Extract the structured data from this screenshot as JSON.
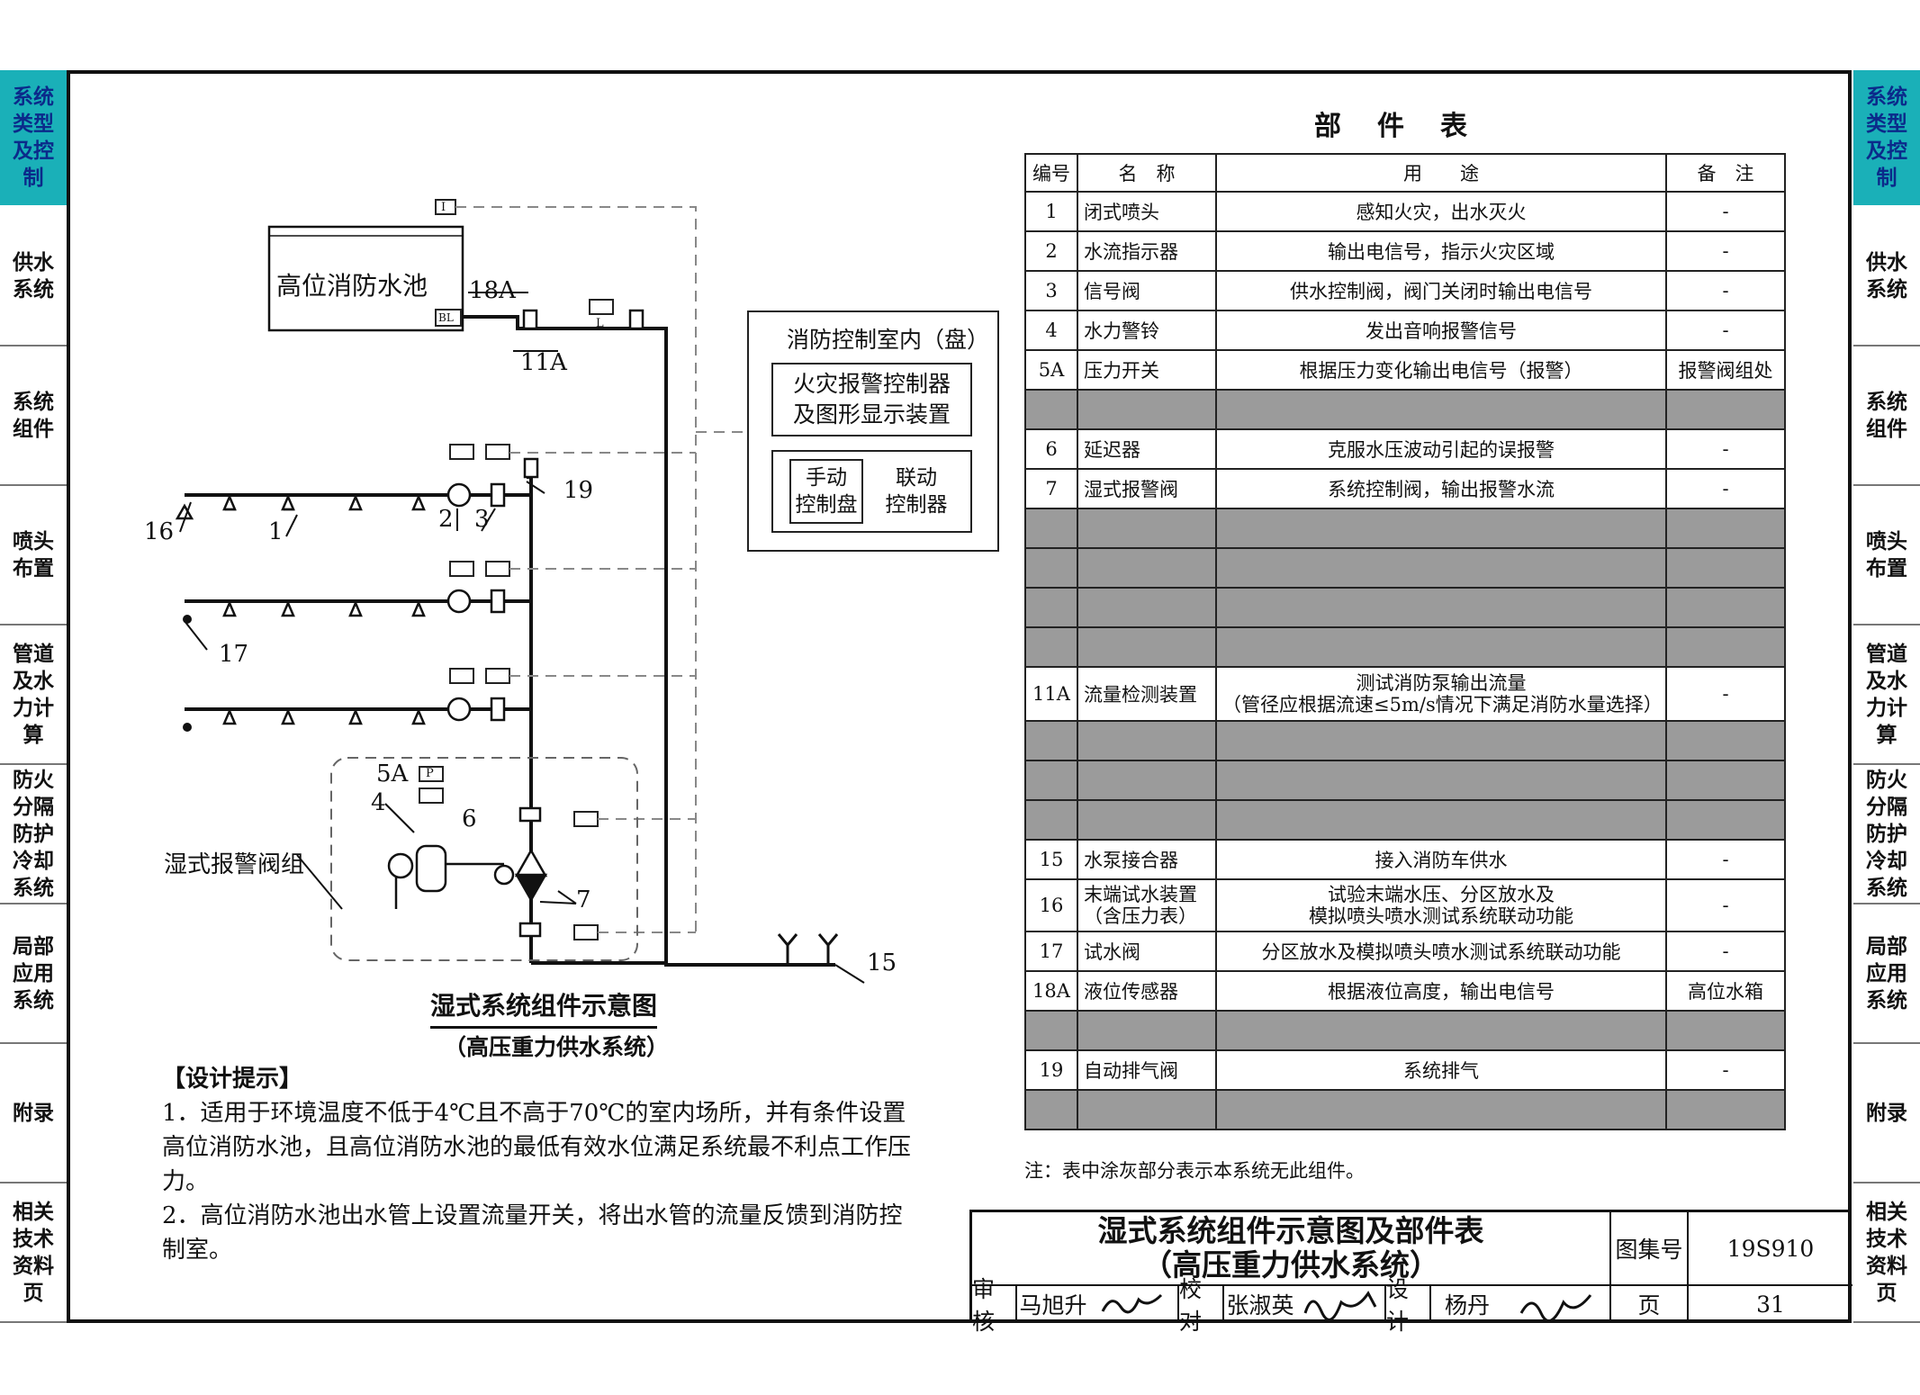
{
  "side_tabs": [
    {
      "label": "系统类型及控制",
      "active": true
    },
    {
      "label": "供水系统",
      "active": false
    },
    {
      "label": "系统组件",
      "active": false
    },
    {
      "label": "喷头布置",
      "active": false
    },
    {
      "label": "管道及水力计算",
      "active": false
    },
    {
      "label": "防火分隔防护冷却系统",
      "active": false
    },
    {
      "label": "局部应用系统",
      "active": false
    },
    {
      "label": "附录",
      "active": false
    },
    {
      "label": "相关技术资料页",
      "active": false
    }
  ],
  "diagram": {
    "tank_label": "高位消防水池",
    "label_18a": "18A",
    "label_11a": "11A",
    "label_bl": "BL",
    "label_l": "L",
    "label_i": "I",
    "label_p": "P",
    "control_room_title": "消防控制室内（盘）",
    "fire_alarm_line1": "火灾报警控制器",
    "fire_alarm_line2": "及图形显示装置",
    "manual_panel_line1": "手动",
    "manual_panel_line2": "控制盘",
    "linkage_line1": "联动",
    "linkage_line2": "控制器",
    "alarm_valve_group": "湿式报警阀组",
    "n1": "1",
    "n2": "2",
    "n3": "3",
    "n4": "4",
    "n5a": "5A",
    "n6": "6",
    "n7": "7",
    "n15": "15",
    "n16": "16",
    "n17": "17",
    "n19": "19",
    "caption": "湿式系统组件示意图",
    "subcaption": "（高压重力供水系统）"
  },
  "design_notes": {
    "heading": "【设计提示】",
    "note1": "1．适用于环境温度不低于4℃且不高于70℃的室内场所，并有条件设置高位消防水池，且高位消防水池的最低有效水位满足系统最不利点工作压力。",
    "note2": "2．高位消防水池出水管上设置流量开关，将出水管的流量反馈到消防控制室。"
  },
  "parts_table": {
    "title": "部件表",
    "headers": [
      "编号",
      "名　称",
      "用　　途",
      "备　注"
    ],
    "rows": [
      {
        "no": "1",
        "name": "闭式喷头",
        "use": "感知火灾，出水灭火",
        "note": "-",
        "gray": false
      },
      {
        "no": "2",
        "name": "水流指示器",
        "use": "输出电信号，指示火灾区域",
        "note": "-",
        "gray": false
      },
      {
        "no": "3",
        "name": "信号阀",
        "use": "供水控制阀，阀门关闭时输出电信号",
        "note": "-",
        "gray": false
      },
      {
        "no": "4",
        "name": "水力警铃",
        "use": "发出音响报警信号",
        "note": "-",
        "gray": false
      },
      {
        "no": "5A",
        "name": "压力开关",
        "use": "根据压力变化输出电信号（报警）",
        "note": "报警阀组处",
        "gray": false
      },
      {
        "no": "",
        "name": "",
        "use": "",
        "note": "",
        "gray": true
      },
      {
        "no": "6",
        "name": "延迟器",
        "use": "克服水压波动引起的误报警",
        "note": "-",
        "gray": false
      },
      {
        "no": "7",
        "name": "湿式报警阀",
        "use": "系统控制阀，输出报警水流",
        "note": "-",
        "gray": false
      },
      {
        "no": "",
        "name": "",
        "use": "",
        "note": "",
        "gray": true
      },
      {
        "no": "",
        "name": "",
        "use": "",
        "note": "",
        "gray": true
      },
      {
        "no": "",
        "name": "",
        "use": "",
        "note": "",
        "gray": true
      },
      {
        "no": "",
        "name": "",
        "use": "",
        "note": "",
        "gray": true
      },
      {
        "no": "11A",
        "name": "流量检测装置",
        "use": "测试消防泵输出流量",
        "use2": "（管径应根据流速≤5m/s情况下满足消防水量选择）",
        "note": "-",
        "gray": false
      },
      {
        "no": "",
        "name": "",
        "use": "",
        "note": "",
        "gray": true
      },
      {
        "no": "",
        "name": "",
        "use": "",
        "note": "",
        "gray": true
      },
      {
        "no": "",
        "name": "",
        "use": "",
        "note": "",
        "gray": true
      },
      {
        "no": "15",
        "name": "水泵接合器",
        "use": "接入消防车供水",
        "note": "-",
        "gray": false
      },
      {
        "no": "16",
        "name": "末端试水装置",
        "name2": "（含压力表）",
        "use": "试验末端水压、分区放水及",
        "use2": "模拟喷头喷水测试系统联动功能",
        "note": "-",
        "gray": false
      },
      {
        "no": "17",
        "name": "试水阀",
        "use": "分区放水及模拟喷头喷水测试系统联动功能",
        "note": "-",
        "gray": false
      },
      {
        "no": "18A",
        "name": "液位传感器",
        "use": "根据液位高度，输出电信号",
        "note": "高位水箱",
        "gray": false
      },
      {
        "no": "",
        "name": "",
        "use": "",
        "note": "",
        "gray": true
      },
      {
        "no": "19",
        "name": "自动排气阀",
        "use": "系统排气",
        "note": "-",
        "gray": false
      },
      {
        "no": "",
        "name": "",
        "use": "",
        "note": "",
        "gray": true
      }
    ],
    "footnote": "注：表中涂灰部分表示本系统无此组件。"
  },
  "title_block": {
    "title_line1": "湿式系统组件示意图及部件表",
    "title_line2": "（高压重力供水系统）",
    "atlas_label": "图集号",
    "atlas_no": "19S910",
    "page_label": "页",
    "page_no": "31",
    "review_label": "审核",
    "reviewer": "马旭升",
    "check_label": "校对",
    "checker": "张淑英",
    "design_label": "设计",
    "designer": "杨丹"
  }
}
